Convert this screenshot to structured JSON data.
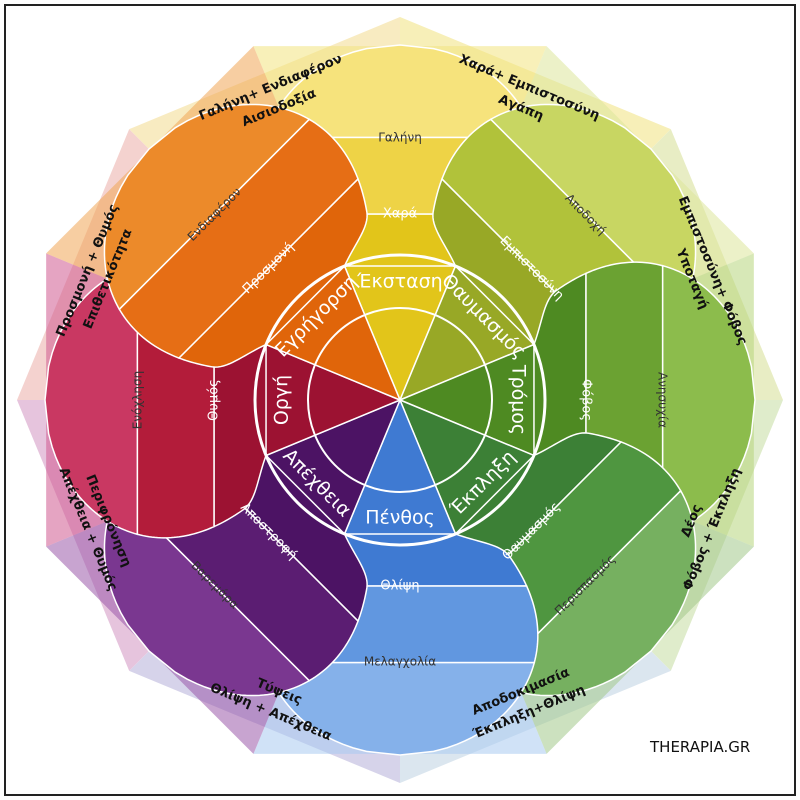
{
  "colors": {
    "background": "#ffffff",
    "frame": "#222222",
    "divider": "#ffffff",
    "sector_petal_anger": "#cf5a8f",
    "sector_petal_fear": "#aacc55"
  },
  "brand": "THERAPIA.GR",
  "petals": [
    {
      "key": "joy",
      "inner": "Έκσταση",
      "mid": "Χαρά",
      "outer": "Γαλήνη",
      "c_inner": "#e2c51a",
      "c_mid": "#eed346",
      "c_outer": "#f6e37c",
      "c_tip": "#f3e480"
    },
    {
      "key": "trust",
      "inner": "Θαυμασμός",
      "mid": "Εμπιστοσύνη",
      "outer": "Αποδοχή",
      "c_inner": "#98a826",
      "c_mid": "#b1c23a",
      "c_outer": "#c8d662",
      "c_tip": "#dde59a"
    },
    {
      "key": "fear",
      "inner": "Τρόμος",
      "mid": "Φόβος",
      "outer": "Ανησυχία",
      "c_inner": "#4e8a22",
      "c_mid": "#6ba232",
      "c_outer": "#8cbc4c",
      "c_tip": "#b7d67c"
    },
    {
      "key": "surprise",
      "inner": "Έκπληξη",
      "mid": "Θαυμασμός",
      "outer": "Περισπασμός",
      "c_inner": "#3c8036",
      "c_mid": "#4f9640",
      "c_outer": "#76b060",
      "c_tip": "#a3c98a"
    },
    {
      "key": "sadness",
      "inner": "Πένθος",
      "mid": "Θλίψη",
      "outer": "Μελαγχολία",
      "c_inner": "#3f7ad2",
      "c_mid": "#6197e0",
      "c_outer": "#85b1ea",
      "c_tip": "#a9cbf0"
    },
    {
      "key": "disgust",
      "inner": "Απέχθεια",
      "mid": "Αποστροφή",
      "outer": "Βαρεμάρα",
      "c_inner": "#4c1364",
      "c_mid": "#5b1d72",
      "c_outer": "#7a3790",
      "c_tip": "#9a5aaa"
    },
    {
      "key": "anger",
      "inner": "Οργή",
      "mid": "Θυμός",
      "outer": "Ενόχληση",
      "c_inner": "#9c1232",
      "c_mid": "#b31c3a",
      "c_outer": "#c93862",
      "c_tip": "#cf5a8f"
    },
    {
      "key": "anticipation",
      "inner": "Εγρήγορση",
      "mid": "Προσμονή",
      "outer": "Ενδιαφέρον",
      "c_inner": "#e0650a",
      "c_mid": "#e66e15",
      "c_outer": "#ec8a2a",
      "c_tip": "#f0a655"
    }
  ],
  "dyads": [
    {
      "key": "love",
      "line1": "Χαρά+ Εμπιστοσύνη",
      "line2": "Αγάπη",
      "color": "#f7efb8"
    },
    {
      "key": "submission",
      "line1": "Εμπιστοσύνη+ Φόβος",
      "line2": "Υποταγή",
      "color": "#e8edc4"
    },
    {
      "key": "awe",
      "line1": "Φόβος + Έκπληξη",
      "line2": "Δέος",
      "color": "#dfeccb"
    },
    {
      "key": "disapproval",
      "line1": "Έκπληξη+Θλίψη",
      "line2": "Αποδοκιμασία",
      "color": "#dbe6ef"
    },
    {
      "key": "remorse",
      "line1": "Θλίψη + Απέχθεια",
      "line2": "Τύψεις",
      "color": "#d6d3ea"
    },
    {
      "key": "contempt",
      "line1": "Απέχθεια + Θυμός",
      "line2": "Περιφρόνηση",
      "color": "#e6c4dd"
    },
    {
      "key": "aggressiveness",
      "line1": "Προσμονή + Θυμός",
      "line2": "Επιθετικότητα",
      "color": "#f4d2cf"
    },
    {
      "key": "optimism",
      "line1": "Γαλήνη+ Ενδιαφέρον",
      "line2": "Αισιοδοξία",
      "color": "#f8ebc1"
    }
  ]
}
